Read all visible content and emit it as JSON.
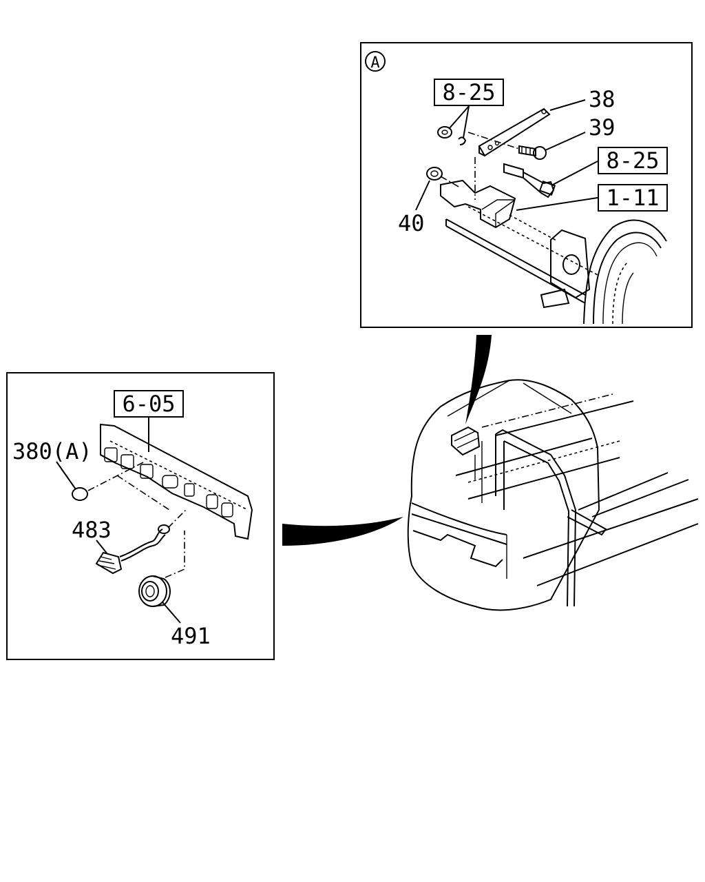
{
  "detail_a": {
    "marker": "A",
    "ref_boxes": [
      "8-25",
      "8-25",
      "1-11"
    ],
    "callouts": [
      "38",
      "39",
      "40"
    ]
  },
  "detail_left": {
    "ref_box": "6-05",
    "callouts": [
      "380(A)",
      "483",
      "491"
    ]
  }
}
